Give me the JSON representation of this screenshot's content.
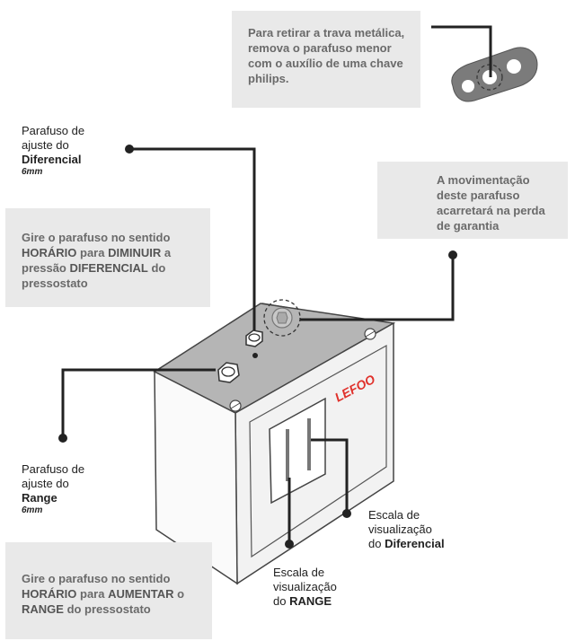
{
  "top_note": {
    "text": "Para retirar a trava metálica, remova o parafuso menor com o auxílio de uma chave philips."
  },
  "differential_screw": {
    "line1": "Parafuso de",
    "line2": "ajuste do",
    "name": "Diferencial",
    "size": "6mm"
  },
  "differential_instruction": {
    "part1": "Gire o parafuso no sentido ",
    "bold1": "HORÁRIO",
    "part2": " para ",
    "bold2": "DIMINUIR",
    "part3": " a pressão ",
    "bold3": "DIFERENCIAL",
    "part4": " do pressostato"
  },
  "warning": {
    "text": "A movimentação deste parafuso acarretará na perda de garantia"
  },
  "range_screw": {
    "line1": "Parafuso de",
    "line2": "ajuste do",
    "name": "Range",
    "size": "6mm"
  },
  "range_instruction": {
    "part1": "Gire o parafuso no sentido ",
    "bold1": "HORÁRIO",
    "part2": " para ",
    "bold2": "AUMENTAR",
    "part3": " o ",
    "bold3": "RANGE",
    "part4": " do pressostato"
  },
  "scale_differential": {
    "line1": "Escala de",
    "line2": "visualização",
    "prefix": "do ",
    "name": "Diferencial"
  },
  "scale_range": {
    "line1": "Escala de",
    "line2": "visualização",
    "prefix": "do ",
    "name": "RANGE"
  },
  "brand": "LEFOO",
  "colors": {
    "box_bg": "#e9e9e9",
    "box_text": "#6a6a6a",
    "line": "#222222",
    "brand_red": "#e0312b"
  }
}
